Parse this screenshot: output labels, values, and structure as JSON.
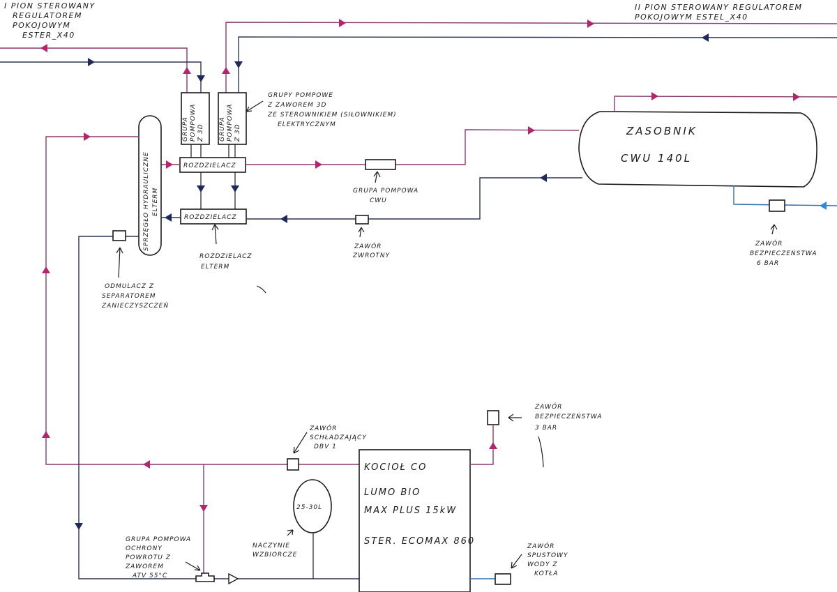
{
  "riser_1": {
    "label_lines": [
      "I  PION STEROWANY",
      "REGULATOREM",
      "POKOJOWYM",
      "ESTER_X40"
    ]
  },
  "riser_2": {
    "label_lines": [
      "II  PION STEROWANY REGULATOREM",
      "POKOJOWYM   ESTEL_X40"
    ]
  },
  "pump_groups": {
    "unit_1_lines": [
      "GRUPA",
      "POMPOWA",
      "Z 3D"
    ],
    "unit_2_lines": [
      "GRUPA",
      "POMPOWA",
      "Z 3D"
    ],
    "callout_lines": [
      "GRUPY POMPOWE",
      "Z ZAWOREM 3D",
      "ZE STEROWNIKIEM (SIŁOWNIKIEM)",
      "ELEKTRYCZNYM"
    ]
  },
  "manifold_supply": {
    "label": "ROZDZIELACZ"
  },
  "manifold_return": {
    "label": "ROZDZIELACZ"
  },
  "manifold_callout": {
    "label_lines": [
      "ROZDZIELACZ",
      "ELTERM"
    ]
  },
  "hydraulic_coupler": {
    "label_lines": [
      "SPRZĘGŁO HYDRAULICZNE",
      "ELTERM"
    ]
  },
  "tank": {
    "label_lines": [
      "ZASOBNIK",
      "CWU      140L"
    ]
  },
  "dhw_pump": {
    "label_lines": [
      "GRUPA POMPOWA",
      "CWU"
    ]
  },
  "check_valve": {
    "label_lines": [
      "ZAWÓR",
      "ZWROTNY"
    ]
  },
  "safety_valve_6bar": {
    "label_lines": [
      "ZAWÓR",
      "BEZPIECZEŃSTWA",
      "6 BAR"
    ]
  },
  "separator": {
    "label_lines": [
      "ODMULACZ Z",
      "SEPARATOREM",
      "ZANIECZYSZCZEŃ"
    ]
  },
  "cooling_valve": {
    "label_lines": [
      "ZAWÓR",
      "SCHŁADZAJĄCY",
      "DBV 1"
    ]
  },
  "safety_valve_3bar": {
    "label_lines": [
      "ZAWÓR",
      "BEZPIECZEŃSTWA",
      "3 BAR"
    ]
  },
  "boiler": {
    "label_lines": [
      "KOCIOŁ   CO",
      "LUMO   BIO",
      "MAX   PLUS   15kW",
      "STER.  ECOMAX 860"
    ]
  },
  "expansion_vessel": {
    "volume": "25-30L",
    "label_lines": [
      "NACZYNIE",
      "WZBIORCZE"
    ]
  },
  "return_protection": {
    "label_lines": [
      "GRUPA POMPOWA",
      "OCHRONY",
      "POWROTU  Z",
      "ZAWOREM",
      "ATV 55°C"
    ]
  },
  "drain_valve": {
    "label_lines": [
      "ZAWÓR",
      "SPUSTOWY",
      "WODY Z",
      "KOTŁA"
    ]
  },
  "colors": {
    "hot": "#b5246f",
    "cold": "#1f2a5a",
    "water": "#2a8ae0"
  }
}
